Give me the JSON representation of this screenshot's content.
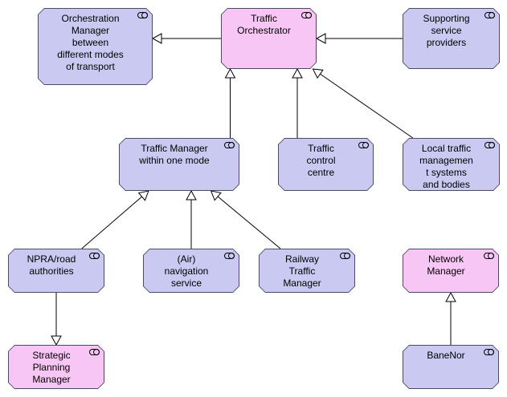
{
  "colors": {
    "role_blue": "#c9c9f2",
    "role_pink": "#f8c6f4",
    "line": "#000000"
  },
  "nodes": {
    "orchestration_manager": {
      "label": "Orchestration\nManager\nbetween\ndifferent modes\nof transport",
      "color": "blue"
    },
    "traffic_orchestrator": {
      "label": "Traffic\nOrchestrator",
      "color": "pink"
    },
    "supporting_providers": {
      "label": "Supporting\nservice\nproviders",
      "color": "blue"
    },
    "traffic_manager_one_mode": {
      "label": "Traffic Manager\nwithin one mode",
      "color": "blue"
    },
    "traffic_control_centre": {
      "label": "Traffic\ncontrol\ncentre",
      "color": "blue"
    },
    "local_traffic_management": {
      "label": "Local traffic\nmanagemen\nt systems\nand bodies",
      "color": "blue"
    },
    "npra": {
      "label": "NPRA/road\nauthorities",
      "color": "blue"
    },
    "air_navigation": {
      "label": "(Air)\nnavigation\nservice",
      "color": "blue"
    },
    "railway_traffic_manager": {
      "label": "Railway\nTraffic\nManager",
      "color": "blue"
    },
    "network_manager": {
      "label": "Network\nManager",
      "color": "pink"
    },
    "strategic_planning_manager": {
      "label": "Strategic\nPlanning\nManager",
      "color": "pink"
    },
    "banenor": {
      "label": "BaneNor",
      "color": "blue"
    }
  },
  "relations": [
    {
      "from": "traffic_orchestrator",
      "to": "orchestration_manager",
      "type": "specialization"
    },
    {
      "from": "supporting_providers",
      "to": "traffic_orchestrator",
      "type": "specialization"
    },
    {
      "from": "traffic_manager_one_mode",
      "to": "traffic_orchestrator",
      "type": "specialization"
    },
    {
      "from": "traffic_control_centre",
      "to": "traffic_orchestrator",
      "type": "specialization"
    },
    {
      "from": "local_traffic_management",
      "to": "traffic_orchestrator",
      "type": "specialization"
    },
    {
      "from": "npra",
      "to": "traffic_manager_one_mode",
      "type": "specialization"
    },
    {
      "from": "air_navigation",
      "to": "traffic_manager_one_mode",
      "type": "specialization"
    },
    {
      "from": "railway_traffic_manager",
      "to": "traffic_manager_one_mode",
      "type": "specialization"
    },
    {
      "from": "npra",
      "to": "strategic_planning_manager",
      "type": "specialization"
    },
    {
      "from": "banenor",
      "to": "network_manager",
      "type": "specialization"
    }
  ]
}
